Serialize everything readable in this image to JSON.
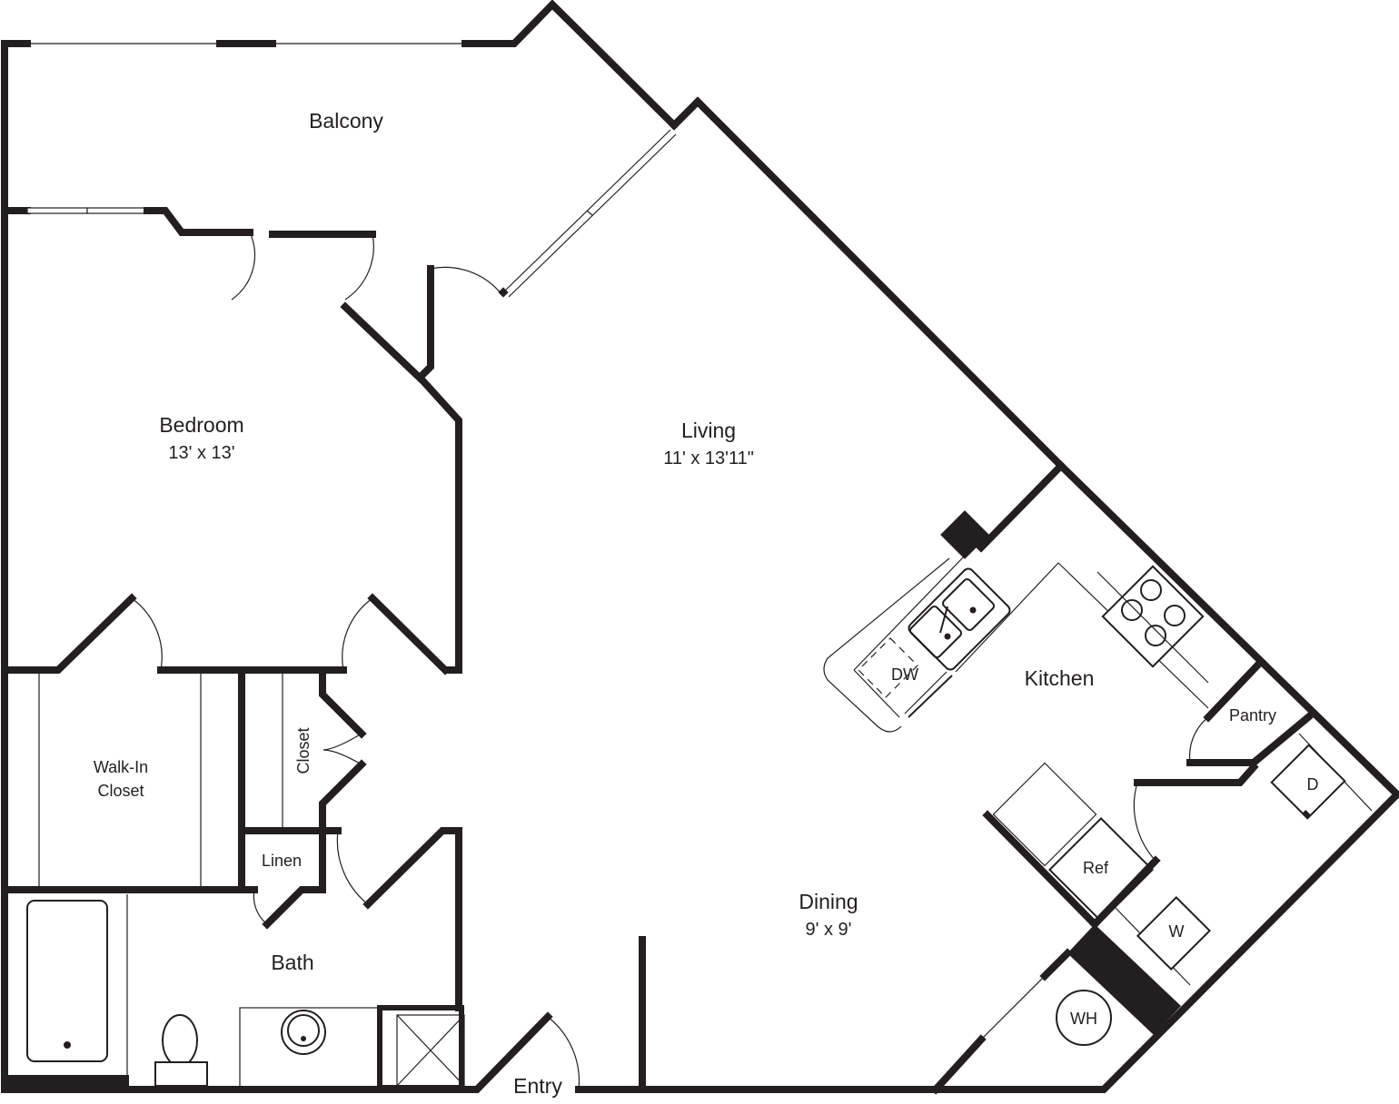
{
  "floorplan": {
    "colors": {
      "wall": "#231f20",
      "background": "#ffffff"
    },
    "rooms": {
      "balcony": {
        "name": "Balcony"
      },
      "bedroom": {
        "name": "Bedroom",
        "dimensions": "13' x 13'"
      },
      "living": {
        "name": "Living",
        "dimensions": "11' x 13'11\""
      },
      "kitchen": {
        "name": "Kitchen"
      },
      "pantry": {
        "name": "Pantry"
      },
      "dining": {
        "name": "Dining",
        "dimensions": "9' x 9'"
      },
      "walk_in_closet": {
        "name_line1": "Walk-In",
        "name_line2": "Closet"
      },
      "closet": {
        "name": "Closet"
      },
      "linen": {
        "name": "Linen"
      },
      "bath": {
        "name": "Bath"
      },
      "entry": {
        "name": "Entry"
      }
    },
    "appliances": {
      "dishwasher": "DW",
      "refrigerator": "Ref",
      "washer": "W",
      "dryer": "D",
      "water_heater": "WH"
    }
  }
}
